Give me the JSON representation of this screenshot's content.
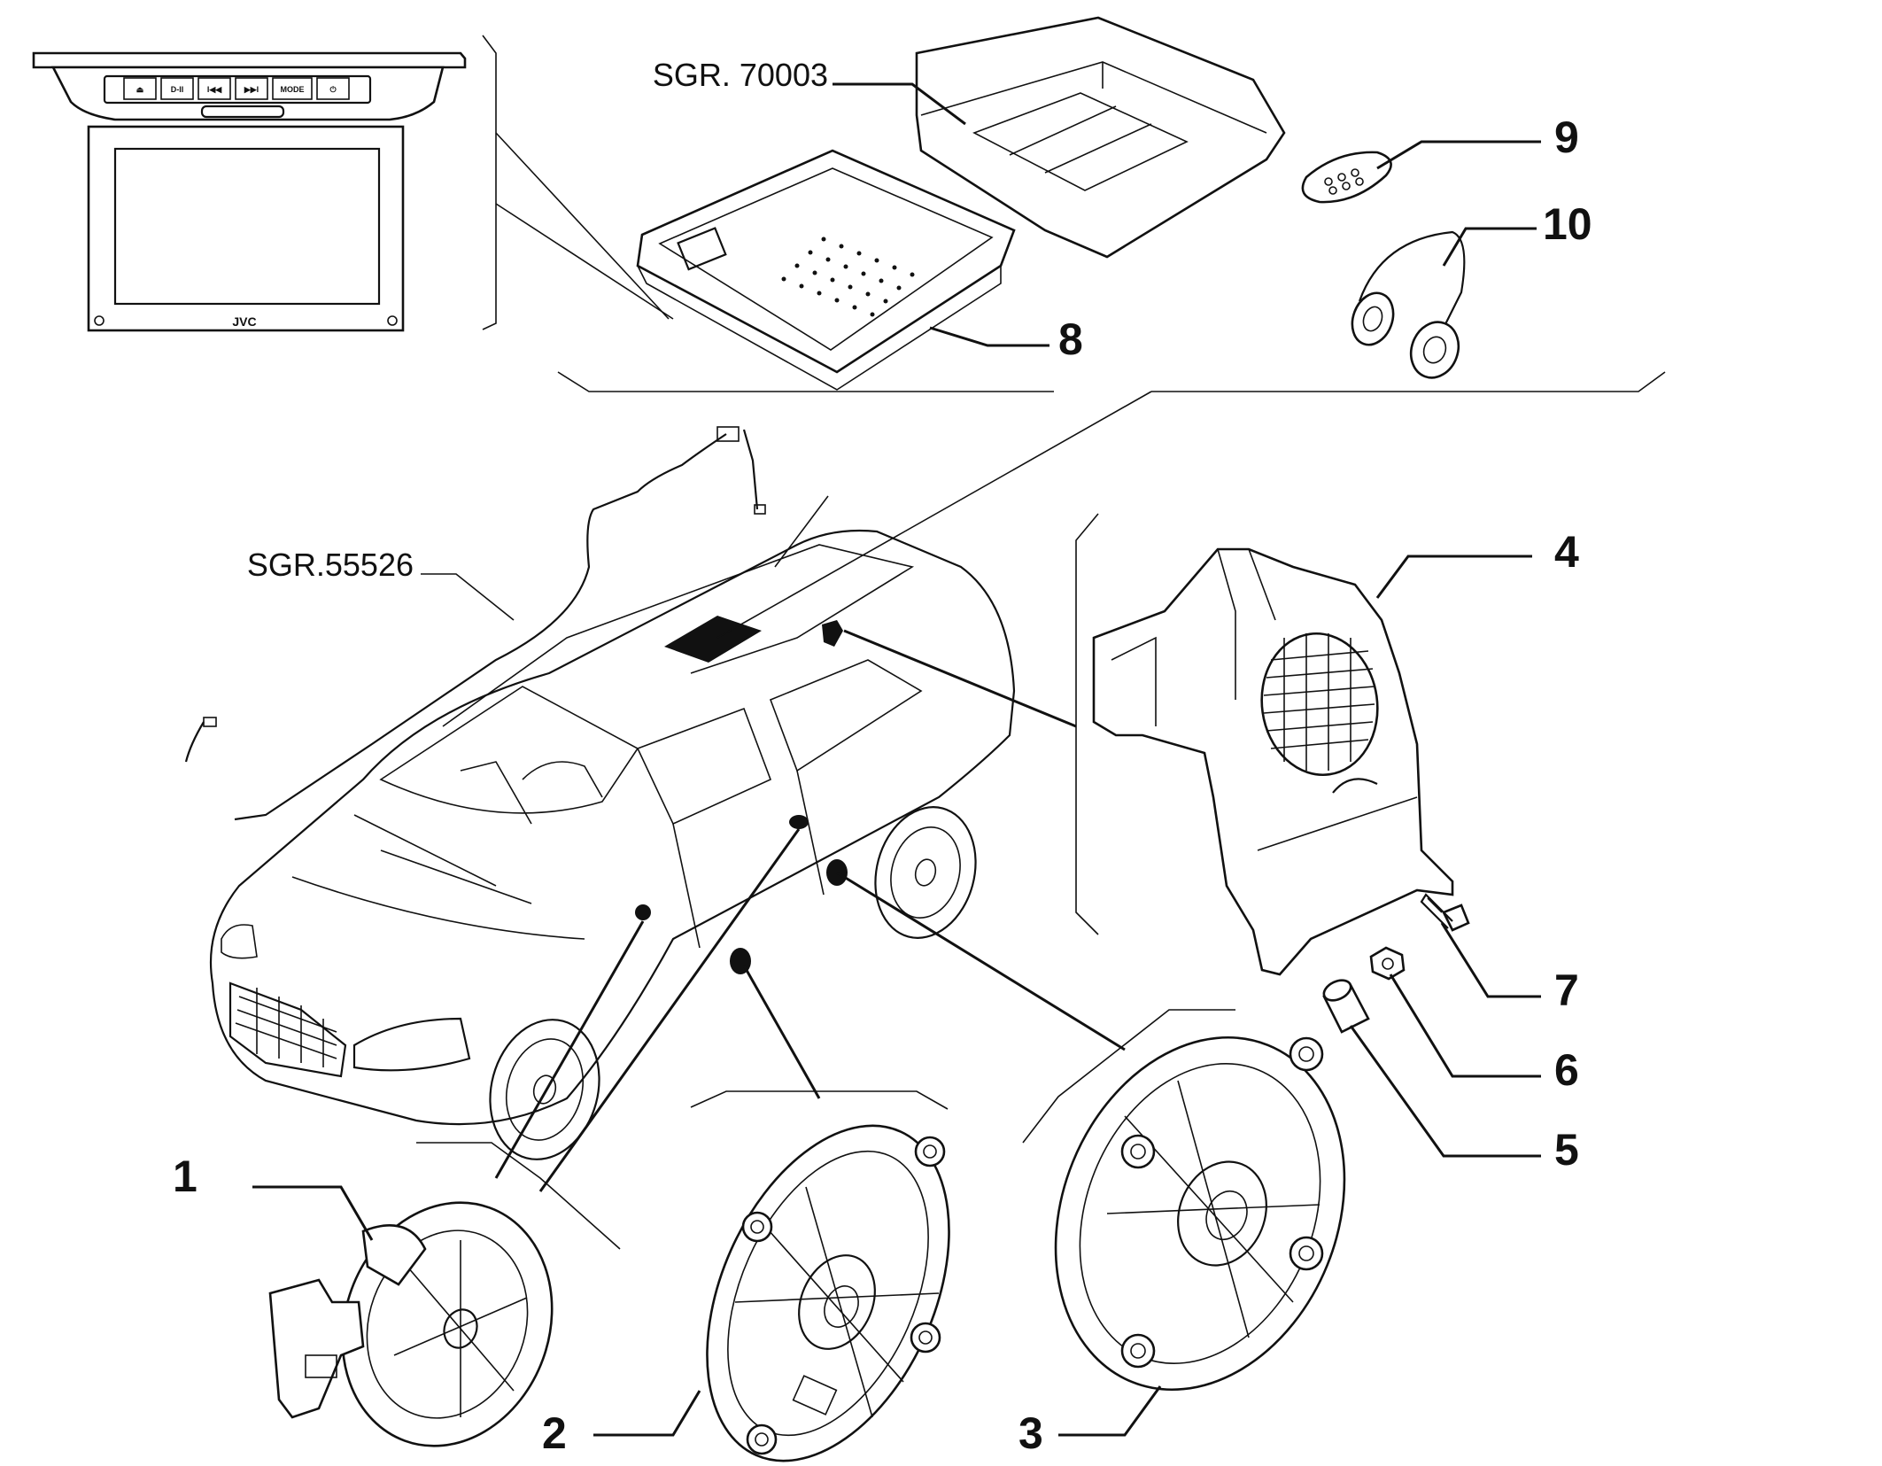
{
  "references": {
    "sgr_top": "SGR. 70003",
    "sgr_wiring": "SGR.55526"
  },
  "callouts": [
    "1",
    "2",
    "3",
    "4",
    "5",
    "6",
    "7",
    "8",
    "9",
    "10"
  ],
  "monitor": {
    "brand": "JVC",
    "buttons": [
      "⏏",
      "D-II",
      "I◀◀",
      "▶▶I",
      "MODE",
      "⏻"
    ]
  }
}
